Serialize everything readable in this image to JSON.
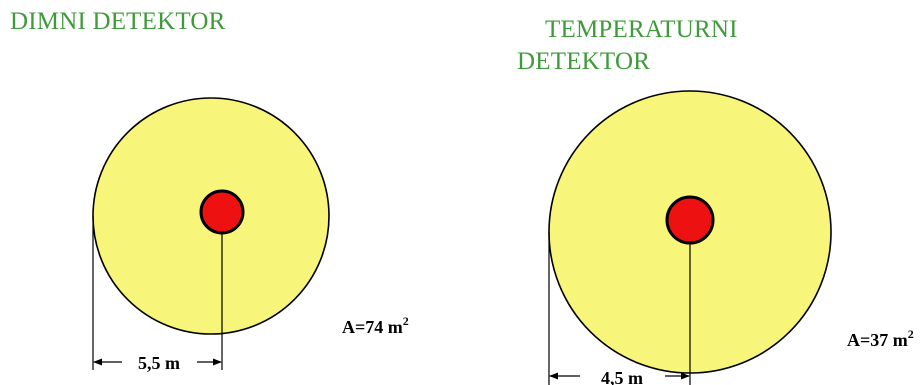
{
  "left": {
    "title": "DIMNI DETEKTOR",
    "radius_label": "5,5 m",
    "area_prefix": "A=74 m",
    "area_exp": "2"
  },
  "right": {
    "title_line1": "TEMPERATURNI",
    "title_line2": "DETEKTOR",
    "radius_label": "4,5 m",
    "area_prefix": "A=37 m",
    "area_exp": "2"
  },
  "colors": {
    "coverage_fill": "#f7f57a",
    "detector_fill": "#ee1111",
    "outline": "#000000",
    "title_text": "#3f9a3a"
  }
}
